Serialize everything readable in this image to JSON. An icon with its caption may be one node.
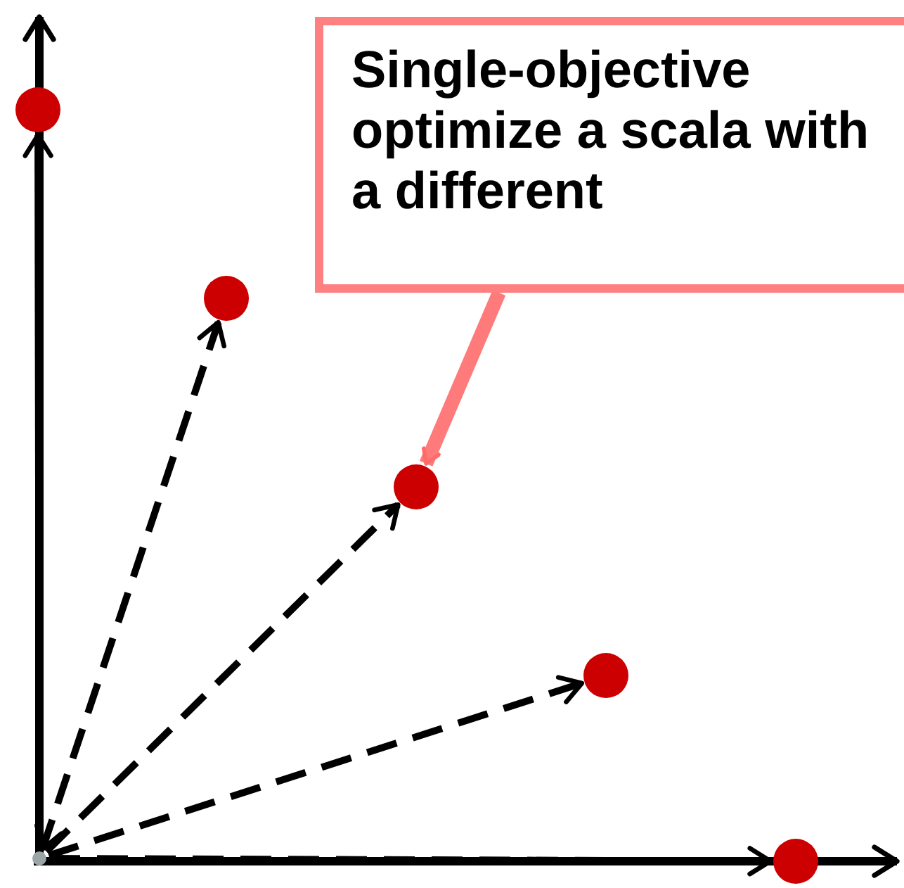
{
  "diagram": {
    "nodes": [
      {
        "text": [
          "Single-objective optimize a scala with a different"
        ]
      },
      {
        "text": [],
        "shape": "circle"
      },
      {
        "text": [],
        "shape": "circle"
      },
      {
        "text": [],
        "shape": "circle"
      },
      {
        "text": [],
        "shape": "circle"
      },
      {
        "text": [],
        "shape": "circle"
      },
      {
        "text": [],
        "shape": "circle"
      }
    ],
    "edges": [
      {
        "from": 6,
        "to": 1,
        "arrow": "to"
      },
      {
        "from": 6,
        "to": 2,
        "arrow": "both",
        "style": "dashed"
      },
      {
        "from": 6,
        "to": 3,
        "arrow": "to",
        "style": "dashed"
      },
      {
        "from": 6,
        "to": 4,
        "arrow": "to",
        "style": "dashed"
      },
      {
        "from": 6,
        "to": 5,
        "arrow": "to",
        "style": "dashed"
      },
      {
        "from": 0,
        "to": 3,
        "arrow": "to",
        "style": "thick",
        "color": "#ff6b6b"
      }
    ]
  }
}
